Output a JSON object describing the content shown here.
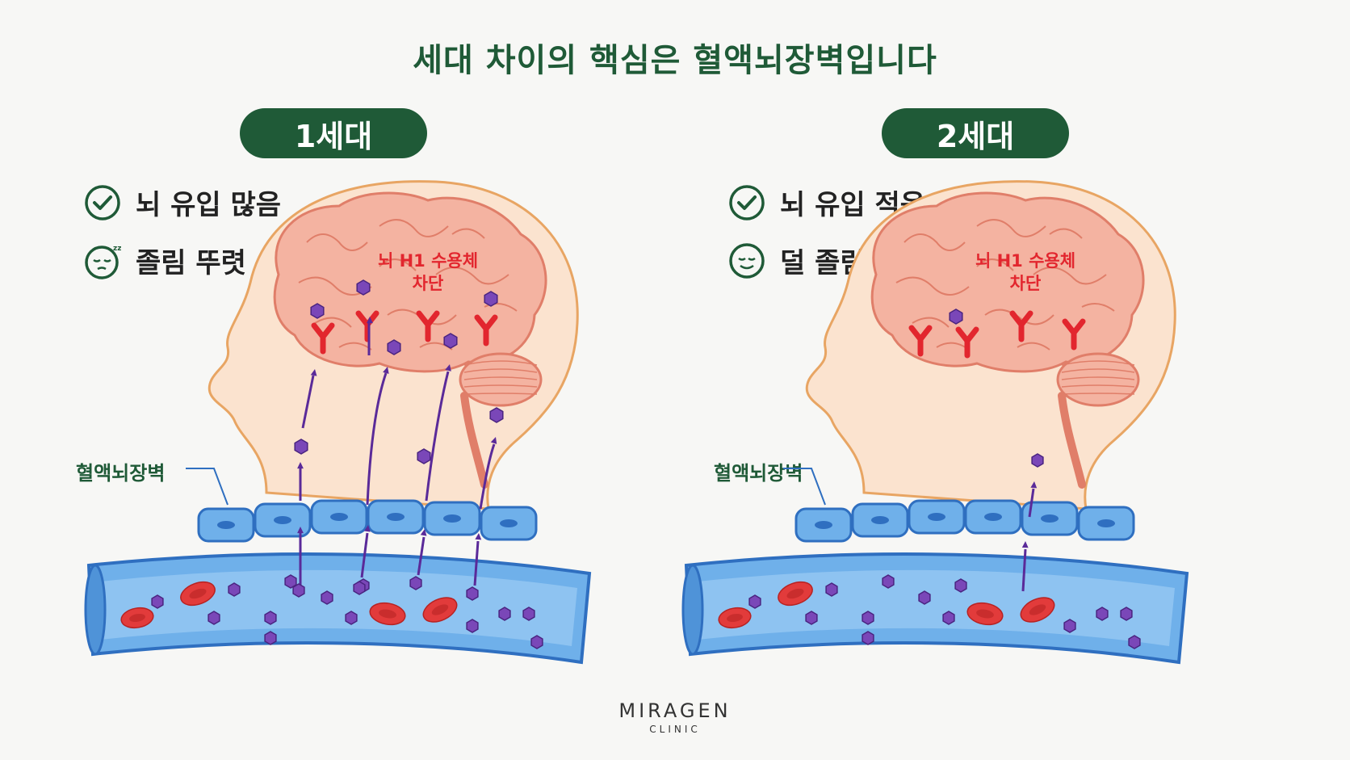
{
  "title": "세대 차이의 핵심은 혈액뇌장벽입니다",
  "colors": {
    "accent": "#1f5a37",
    "brain": "#f4b3a1",
    "brain_outline": "#e07e69",
    "head": "#fbe3cf",
    "head_outline": "#e8a563",
    "vessel": "#6fb0ea",
    "vessel_outline": "#2f6fc0",
    "molecule": "#7a47b8",
    "receptor": "#e2262e",
    "rbc": "#e23b3b",
    "arrow": "#5a2a99"
  },
  "panels": [
    {
      "generation_label": "1세대",
      "statuses": [
        {
          "icon": "check-circle-icon",
          "text": "뇌 유입 많음"
        },
        {
          "icon": "sleepy-face-icon",
          "text": "졸림 뚜렷"
        }
      ],
      "receptor_label_line1": "뇌 H1 수용체",
      "receptor_label_line2": "차단",
      "barrier_label": "혈액뇌장벽",
      "brain_penetration": "high"
    },
    {
      "generation_label": "2세대",
      "statuses": [
        {
          "icon": "check-circle-icon",
          "text": "뇌 유입 적음"
        },
        {
          "icon": "calm-face-icon",
          "text": "덜 졸림"
        }
      ],
      "receptor_label_line1": "뇌 H1 수용체",
      "receptor_label_line2": "차단",
      "barrier_label": "혈액뇌장벽",
      "brain_penetration": "low"
    }
  ],
  "brand": {
    "name": "MIRAGEN",
    "sub": "CLINIC"
  }
}
